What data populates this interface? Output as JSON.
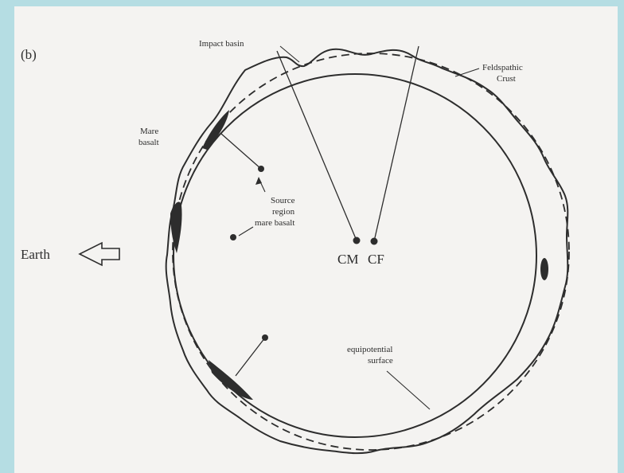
{
  "figure": {
    "panel_label": "(b)",
    "labels": {
      "impact_basin": "Impact basin",
      "feldspathic_crust_line1": "Feldspathic",
      "feldspathic_crust_line2": "Crust",
      "mare_basalt_line1": "Mare",
      "mare_basalt_line2": "basalt",
      "source_region_line1": "Source",
      "source_region_line2": "region",
      "source_region_line3": "mare basalt",
      "earth": "Earth",
      "cm": "CM",
      "cf": "CF",
      "equipotential_line1": "equipotential",
      "equipotential_line2": "surface"
    },
    "colors": {
      "background": "#b5dde3",
      "paper": "#f4f3f1",
      "ink": "#2d2d2d"
    }
  }
}
